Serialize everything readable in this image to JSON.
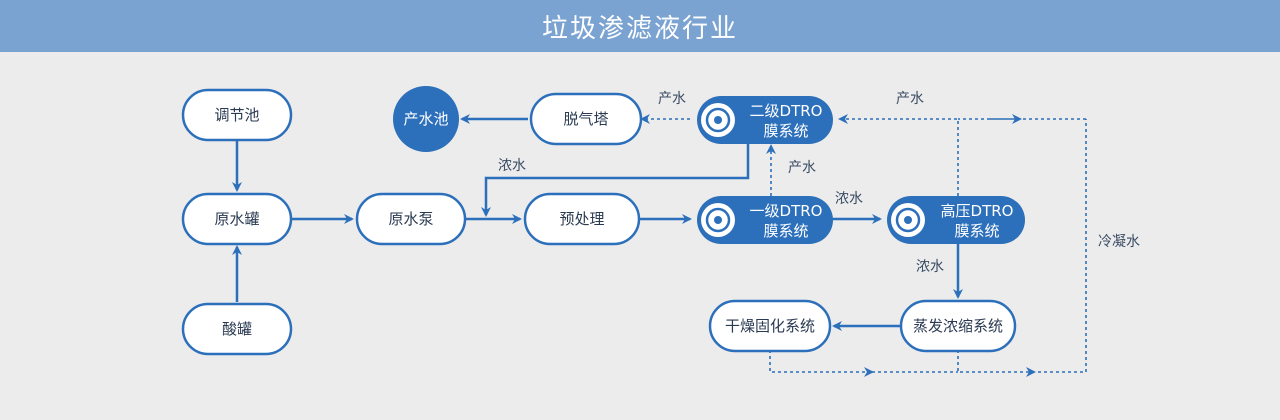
{
  "header": {
    "title": "垃圾渗滤液行业"
  },
  "colors": {
    "primary": "#2c6fba",
    "header": "#7ba3d2",
    "background": "#ececec",
    "node_fill": "#ffffff"
  },
  "nodes": {
    "tiaojiechi": "调节池",
    "yuanshuiguan": "原水罐",
    "suanguan": "酸罐",
    "yuanshuibeng": "原水泵",
    "yuchuli": "预处理",
    "tuoqita": "脱气塔",
    "chanshuichi": "产水池",
    "dtro2": {
      "line1": "二级DTRO",
      "line2": "膜系统"
    },
    "dtro1": {
      "line1": "一级DTRO",
      "line2": "膜系统"
    },
    "gaoya": {
      "line1": "高压DTRO",
      "line2": "膜系统"
    },
    "zhengfa": "蒸发浓缩系统",
    "ganzao": "干燥固化系统"
  },
  "edge_labels": {
    "dtro2_product": "产水",
    "gaoya_product": "产水",
    "dtro1_product": "产水",
    "dtro2_concentrate": "浓水",
    "dtro1_concentrate": "浓水",
    "gaoya_concentrate": "浓水",
    "condensate": "冷凝水"
  }
}
